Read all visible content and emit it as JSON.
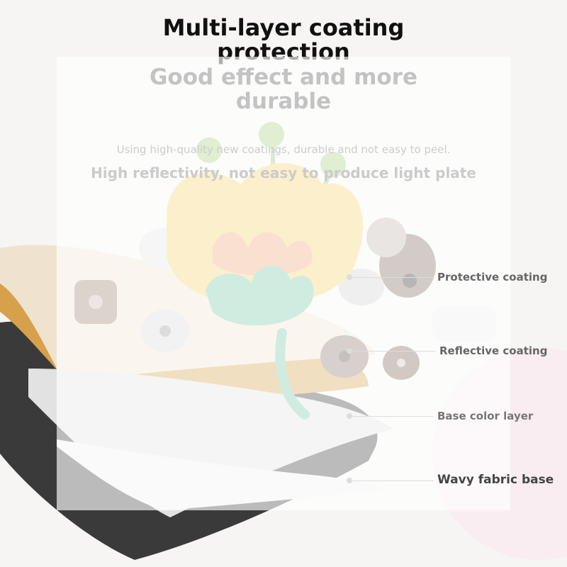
{
  "title": {
    "line1": "Multi-layer coating",
    "line2": "protection"
  },
  "headline": {
    "line1": "Good effect and more",
    "line2": "durable"
  },
  "subtitle1": "Using high-quality new coatings, durable and not easy to peel.",
  "subtitle2": "High reflectivity, not easy to produce light plate",
  "layers": [
    {
      "label": "Protective coating"
    },
    {
      "label": "Reflective coating"
    },
    {
      "label": "Base color layer"
    },
    {
      "label": "Wavy fabric base"
    }
  ],
  "colors": {
    "black_layer": "#3a3a3a",
    "orange_layer": "#d7a14b",
    "beige_layer": "#efe3cf",
    "white_layer": "#f2f2f2",
    "flower_petal": "#f6cf6a",
    "flower_center": "#f1a477",
    "flower_leaf": "#77c6a3"
  }
}
